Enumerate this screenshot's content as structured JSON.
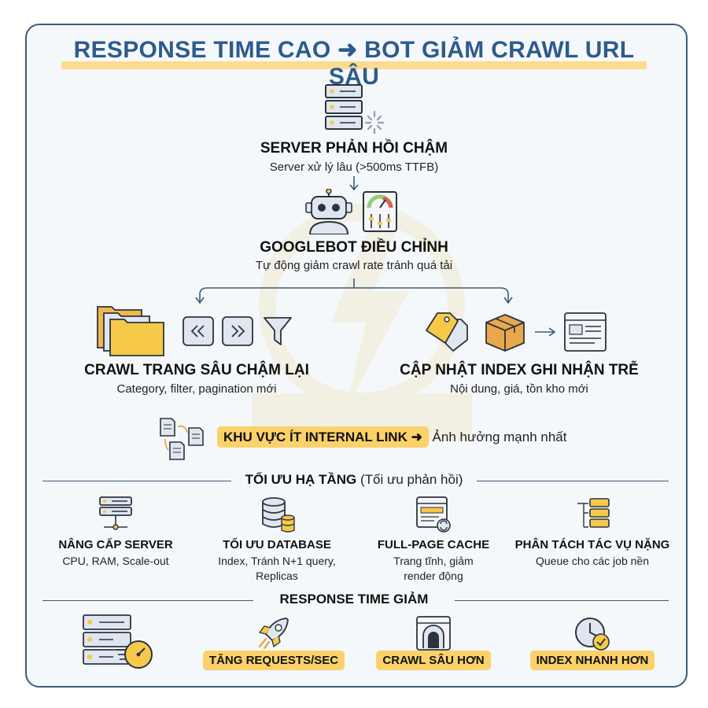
{
  "title": "RESPONSE TIME CAO ➜ BOT GIẢM CRAWL URL SÂU",
  "step1": {
    "heading": "SERVER PHẢN HỒI CHẬM",
    "desc": "Server xử lý lâu (>500ms TTFB)"
  },
  "step2": {
    "heading": "GOOGLEBOT ĐIỀU CHỈNH",
    "desc": "Tự động giảm crawl rate tránh quá tải"
  },
  "left_branch": {
    "heading": "CRAWL TRANG SÂU CHẬM LẠI",
    "desc": "Category, filter, pagination mới"
  },
  "right_branch": {
    "heading": "CẬP NHẬT INDEX GHI NHẬN TRỄ",
    "desc": "Nội dung, giá, tồn kho mới"
  },
  "impact": {
    "highlight": "KHU VỰC ÍT INTERNAL LINK ➜",
    "text": " Ảnh hưởng mạnh nhất"
  },
  "section1": {
    "heading": "TỐI ƯU HẠ TẦNG",
    "note": " (Tối ưu phản hồi)"
  },
  "solutions": [
    {
      "title": "NÂNG CẤP SERVER",
      "line1": "CPU, RAM, Scale-out",
      "line2": ""
    },
    {
      "title": "TỐI ƯU DATABASE",
      "line1": "Index, Tránh N+1 query,",
      "line2": "Replicas"
    },
    {
      "title": "FULL-PAGE CACHE",
      "line1": "Trang tĩnh, giảm",
      "line2": "render động"
    },
    {
      "title": "PHÂN TÁCH TÁC VỤ NẶNG",
      "line1": "Queue cho các job nền",
      "line2": ""
    }
  ],
  "section2": {
    "heading": "RESPONSE TIME GIẢM"
  },
  "results": [
    "TĂNG REQUESTS/SEC",
    "CRAWL SÂU HƠN",
    "INDEX NHANH HƠN"
  ],
  "colors": {
    "title": "#2d5b8d",
    "accent": "#fbd26a",
    "frame": "#3e5a7a",
    "icon_blue": "#dfe6ef",
    "icon_yellow": "#f6c94a"
  }
}
